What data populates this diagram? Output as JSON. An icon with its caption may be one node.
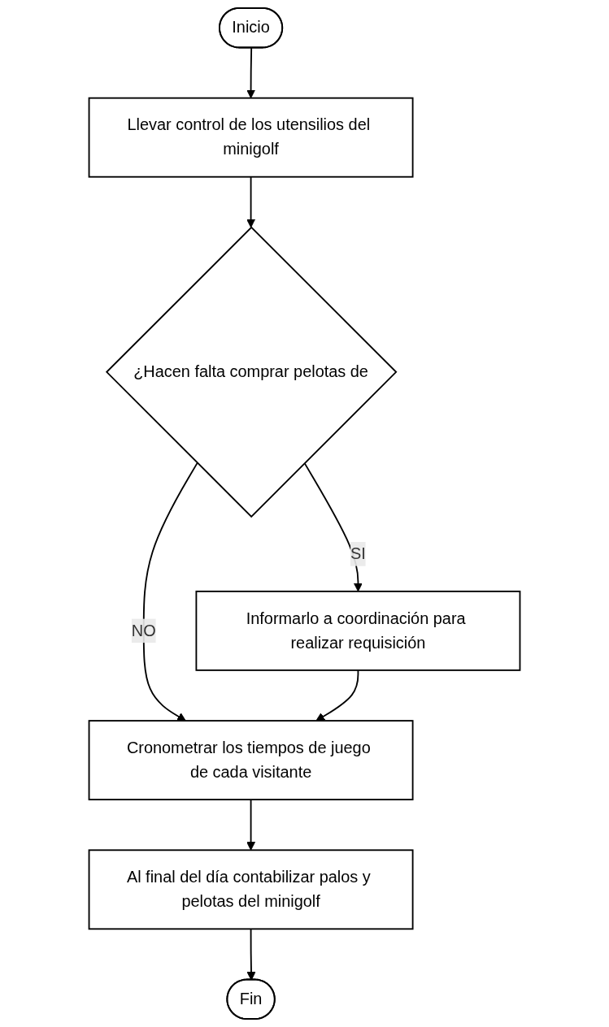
{
  "diagram": {
    "nodes": [
      {
        "text": [
          "Inicio"
        ]
      },
      {
        "text": [
          "Llevar control de los utensilios del minigolf"
        ]
      },
      {
        "text": [
          "¿Hacen falta comprar pelotas de"
        ]
      },
      {
        "text": [
          "Informarlo a coordinación para realizar requisición"
        ]
      },
      {
        "text": [
          "Cronometrar los tiempos de juego de cada visitante"
        ]
      },
      {
        "text": [
          "Al final del día contabilizar palos y pelotas del minigolf"
        ]
      },
      {
        "text": [
          "Fin"
        ]
      }
    ],
    "edges": [
      {
        "from": 0,
        "to": 1,
        "arrow": "to"
      },
      {
        "from": 1,
        "to": 2,
        "arrow": "to"
      },
      {
        "from": 2,
        "to": 3,
        "arrow": "to",
        "label": "SI"
      },
      {
        "from": 2,
        "to": 4,
        "arrow": "to",
        "label": "NO"
      },
      {
        "from": 3,
        "to": 4,
        "arrow": "to"
      },
      {
        "from": 4,
        "to": 5,
        "arrow": "to"
      },
      {
        "from": 5,
        "to": 6,
        "arrow": "to"
      }
    ]
  }
}
